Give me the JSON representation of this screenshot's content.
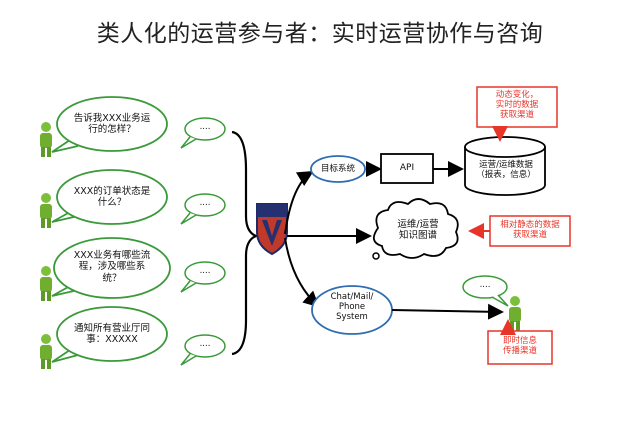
{
  "title": "类人化的运营参与者：实时运营协作与咨询",
  "questions": [
    "告诉我XXX业务运\n行的怎样？",
    "XXX的订单状态是\n什么？",
    "XXX业务有哪些流\n程，涉及哪些系\n统？",
    "通知所有营业厅同\n事：XXXXX"
  ],
  "reply_text": "....",
  "nodes": {
    "target_system": "目标系统",
    "api": "API",
    "database": "运营/运维数据\n（报表，信息）",
    "knowledge_graph": "运维/运营\n知识图谱",
    "chat_system": "Chat/Mail/\nPhone\nSystem"
  },
  "callouts": {
    "dynamic": "动态变化，\n实时的数据\n获取渠道",
    "static": "相对静态的数据\n获取渠道",
    "broadcast": "即时信息\n传播渠道"
  },
  "colors": {
    "bubble_border": "#3a9a3a",
    "system_border": "#2f6db3",
    "callout": "#e8352a",
    "person": "#6fae2f"
  }
}
